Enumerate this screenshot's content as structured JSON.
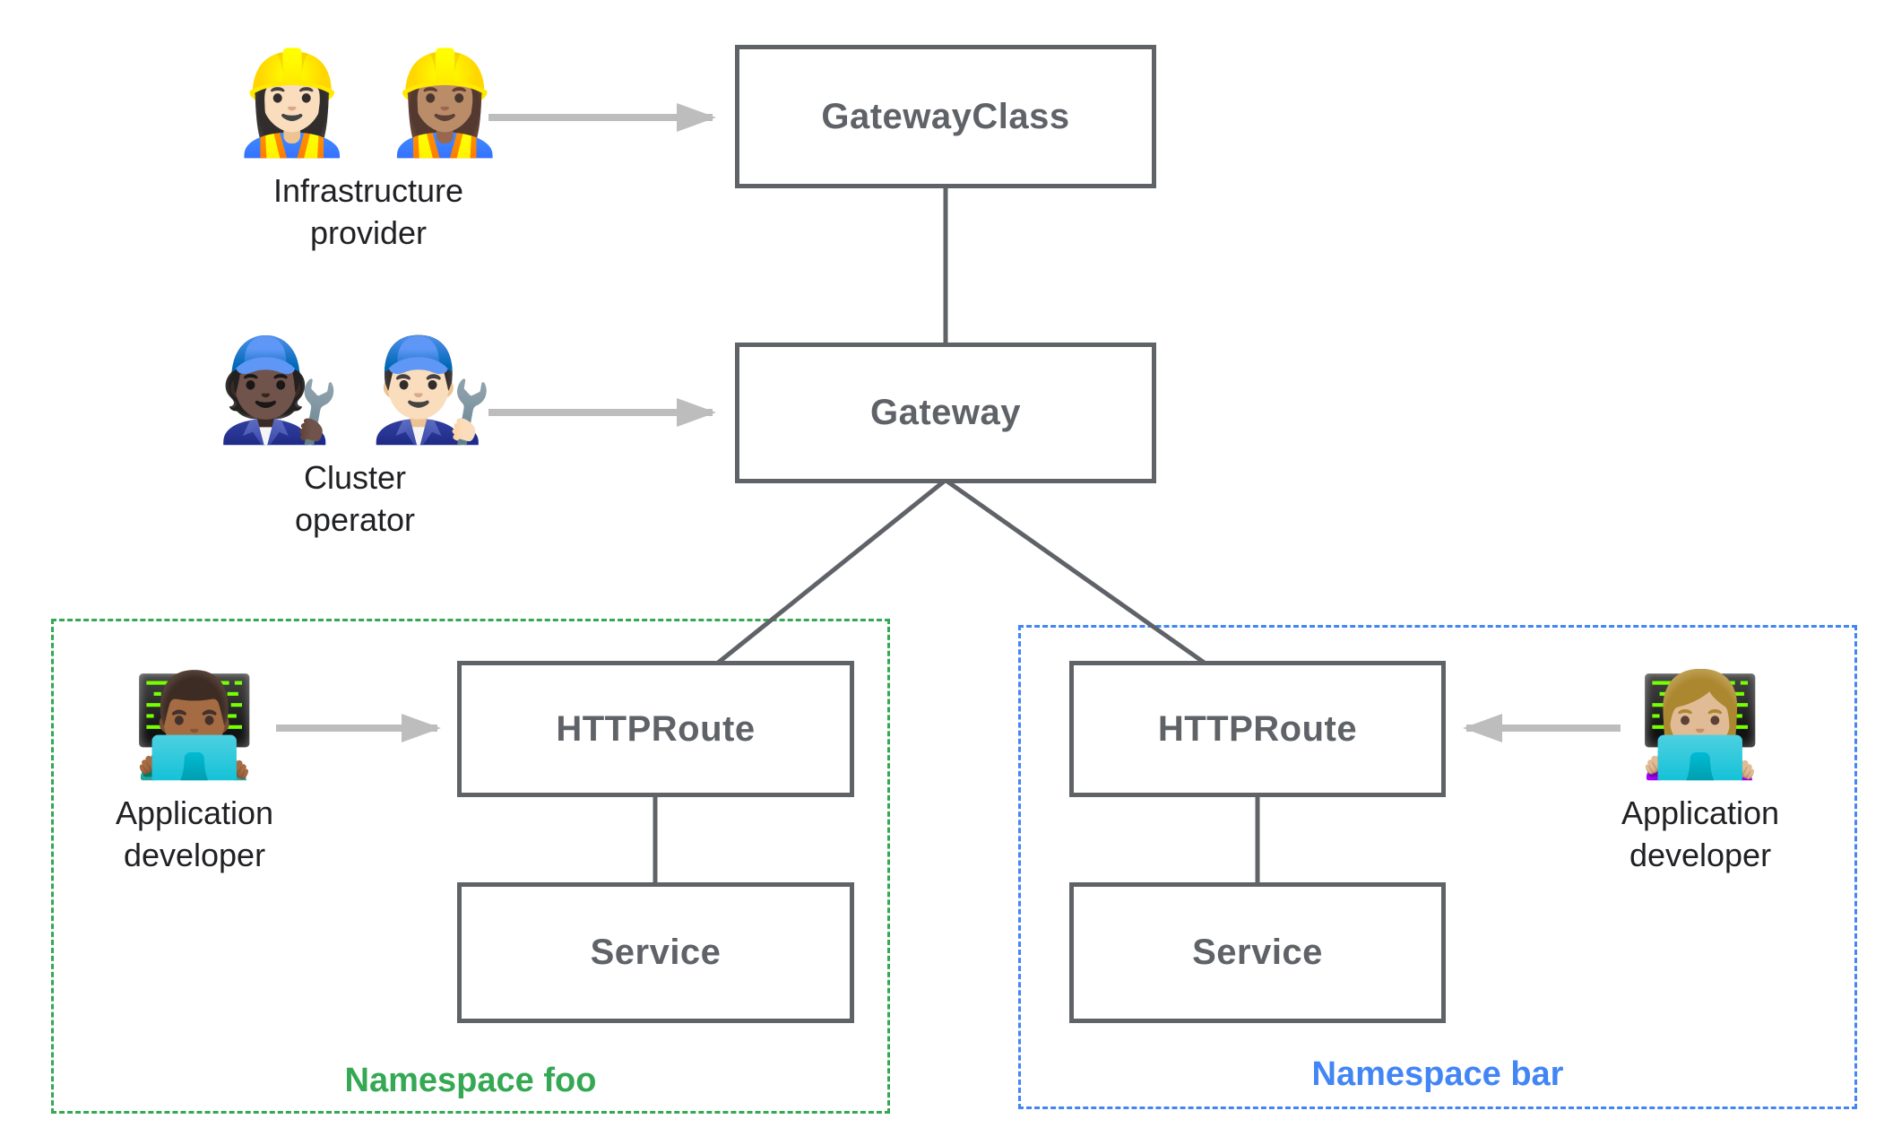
{
  "nodes": {
    "gateway_class": {
      "label": "GatewayClass"
    },
    "gateway": {
      "label": "Gateway"
    },
    "httproute_foo": {
      "label": "HTTPRoute"
    },
    "service_foo": {
      "label": "Service"
    },
    "httproute_bar": {
      "label": "HTTPRoute"
    },
    "service_bar": {
      "label": "Service"
    }
  },
  "actors": {
    "infrastructure_provider": {
      "icon": "👷🏻‍♀️ 👷🏽‍♀️",
      "label": "Infrastructure provider"
    },
    "cluster_operator": {
      "icon": "🧑🏿‍🔧 👨🏻‍🔧",
      "label": "Cluster operator"
    },
    "app_developer_foo": {
      "icon": "👨🏾‍💻",
      "label": "Application developer"
    },
    "app_developer_bar": {
      "icon": "👩🏼‍💻",
      "label": "Application developer"
    }
  },
  "namespaces": {
    "foo": {
      "label": "Namespace foo",
      "color": "#34a853"
    },
    "bar": {
      "label": "Namespace bar",
      "color": "#4285f4"
    }
  },
  "colors": {
    "box_border": "#5f6368",
    "box_text": "#5f6368",
    "connector": "#5f6368",
    "arrow": "#bdbdbd",
    "label_text": "#202124",
    "namespace_foo": "#34a853",
    "namespace_bar": "#4285f4",
    "background": "#ffffff"
  }
}
